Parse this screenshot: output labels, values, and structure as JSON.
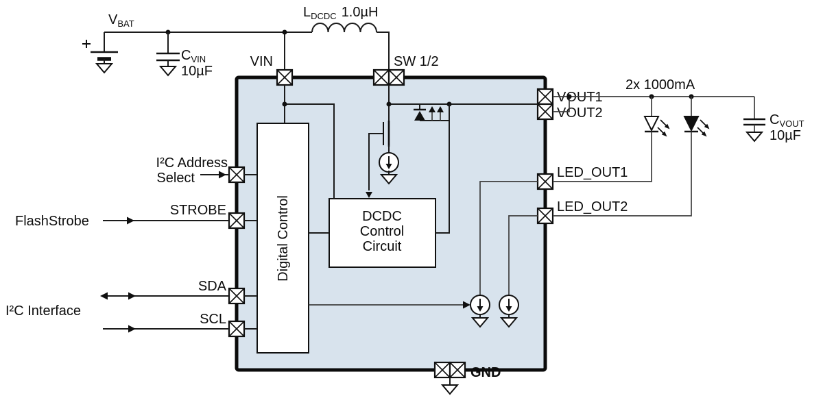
{
  "diagram": {
    "power": {
      "vbat": {
        "main": "V",
        "sub": "BAT"
      },
      "cvin": {
        "main": "C",
        "sub": "VIN",
        "value": "10µF"
      },
      "ldcdc": {
        "main": "L",
        "sub": "DCDC",
        "value": "1.0µH"
      },
      "cvout": {
        "main": "C",
        "sub": "VOUT",
        "value": "10µF"
      }
    },
    "pins": {
      "vin": "VIN",
      "sw": "SW 1/2",
      "vout1": "VOUT1",
      "vout2": "VOUT2",
      "led_out1": "LED_OUT1",
      "led_out2": "LED_OUT2",
      "strobe": "STROBE",
      "sda": "SDA",
      "scl": "SCL",
      "gnd": "GND"
    },
    "signals": {
      "i2c_address_1": "I²C Address",
      "i2c_address_2": "Select",
      "flash_strobe": "FlashStrobe",
      "i2c_interface": "I²C Interface",
      "led_rating": "2x 1000mA"
    },
    "blocks": {
      "digital_control": "Digital Control",
      "dcdc_1": "DCDC",
      "dcdc_2": "Control",
      "dcdc_3": "Circuit"
    },
    "colors": {
      "ic_fill": "#d8e3ed",
      "wire": "#1b1b1b",
      "block_fill": "#ffffff"
    }
  }
}
